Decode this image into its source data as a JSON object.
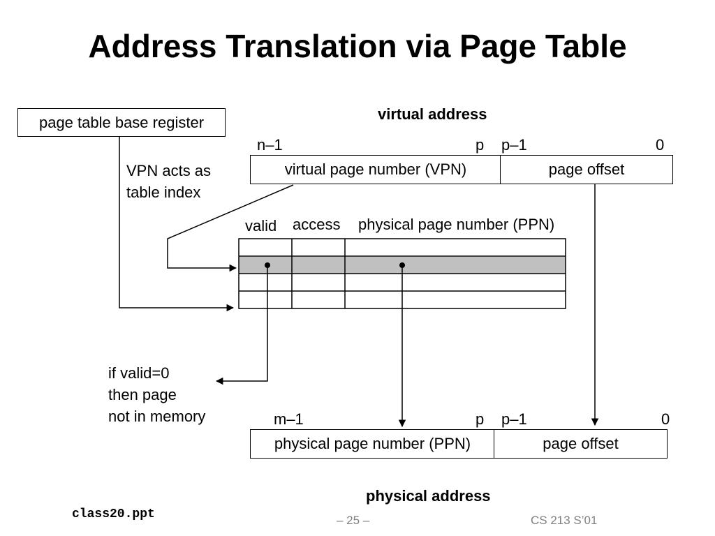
{
  "title": "Address Translation via Page Table",
  "ptbr_label": "page table base register",
  "virtual_address": {
    "heading": "virtual address",
    "bit_n1": "n–1",
    "bit_p": "p",
    "bit_p1": "p–1",
    "bit_0": "0",
    "vpn_label": "virtual page number (VPN)",
    "offset_label": "page offset"
  },
  "vpn_note": [
    "VPN acts as",
    "table index"
  ],
  "page_table": {
    "col_valid": "valid",
    "col_access": "access",
    "col_ppn": "physical page number (PPN)",
    "rows": 4,
    "highlighted_row": 2
  },
  "invalid_note": [
    "if valid=0",
    "then page",
    "not in memory"
  ],
  "physical_address": {
    "heading": "physical address",
    "bit_m1": "m–1",
    "bit_p": "p",
    "bit_p1": "p–1",
    "bit_0": "0",
    "ppn_label": "physical page number (PPN)",
    "offset_label": "page offset"
  },
  "footer": {
    "filename": "class20.ppt",
    "page": "– 25 –",
    "course": "CS 213 S’01"
  },
  "colors": {
    "highlight_row": "#c0c0c0",
    "footer_text": "#808080"
  }
}
